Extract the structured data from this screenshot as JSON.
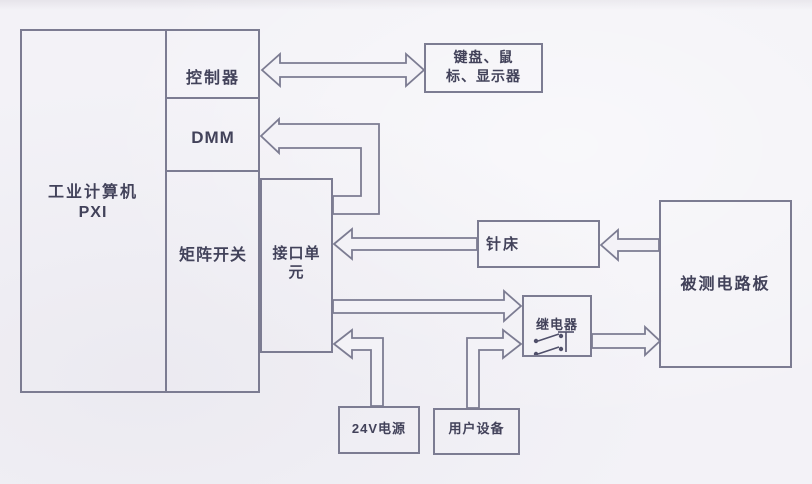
{
  "diagram": {
    "type": "block-diagram",
    "nodes": {
      "industrial_computer": {
        "line1": "工业计算机",
        "line2": "PXI"
      },
      "controller": {
        "label": "控制器"
      },
      "dmm": {
        "label": "DMM"
      },
      "matrix_switch": {
        "label": "矩阵开关"
      },
      "interface_unit": {
        "line1": "接口单",
        "line2": "元"
      },
      "keyboard_display": {
        "line1": "键盘、鼠",
        "line2": "标、显示器"
      },
      "needle_bed": {
        "label": "针床"
      },
      "dut_board": {
        "label": "被测电路板"
      },
      "relay": {
        "label": "继电器"
      },
      "power_24v": {
        "label": "24V电源"
      },
      "user_equipment": {
        "label": "用户设备"
      }
    },
    "edges": [
      {
        "from": "控制器",
        "to": "键盘、鼠标、显示器",
        "direction": "bidirectional"
      },
      {
        "from": "接口单元",
        "to": "DMM",
        "direction": "one-way"
      },
      {
        "from": "针床",
        "to": "接口单元",
        "direction": "one-way"
      },
      {
        "from": "被测电路板",
        "to": "针床",
        "direction": "one-way"
      },
      {
        "from": "接口单元",
        "to": "继电器",
        "direction": "one-way"
      },
      {
        "from": "24V电源",
        "to": "接口单元",
        "direction": "one-way"
      },
      {
        "from": "用户设备",
        "to": "继电器",
        "direction": "one-way"
      },
      {
        "from": "继电器",
        "to": "被测电路板",
        "direction": "one-way"
      }
    ],
    "colors": {
      "paper": "#f3f2f7",
      "line": "#7c7c92",
      "text": "#42425a",
      "arrow_fill": "#f3f2f7"
    }
  }
}
